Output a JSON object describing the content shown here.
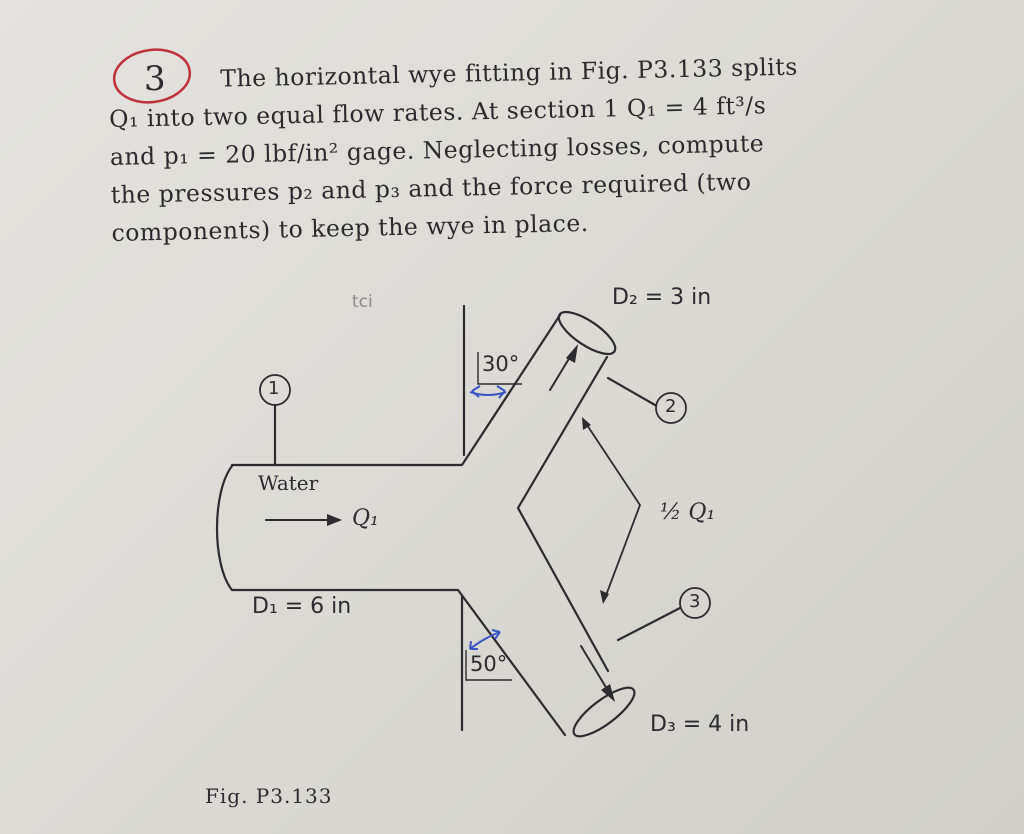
{
  "problem": {
    "number": "3",
    "lines": [
      "The horizontal wye fitting in Fig. P3.133 splits",
      "Q₁ into two equal flow rates. At section 1 Q₁ = 4 ft³/s",
      "and p₁ = 20 lbf/in² gage. Neglecting losses, compute",
      "the pressures p₂ and p₃ and the force required (two",
      "components) to keep the wye in place."
    ]
  },
  "figure": {
    "d2_label": "D₂ = 3 in",
    "d1_label": "D₁ = 6 in",
    "d3_label": "D₃ = 4 in",
    "angle_top": "30°",
    "angle_bottom": "50°",
    "water_label": "Water",
    "q1_label": "Q₁",
    "half_q1_label": "½ Q₁",
    "section1": "1",
    "section2": "2",
    "section3": "3",
    "faint_mark": "tci",
    "caption": "Fig. P3.133"
  },
  "colors": {
    "ink": "#2b2b30",
    "pen_red": "#c0303a",
    "pen_blue": "#3a55c4"
  }
}
